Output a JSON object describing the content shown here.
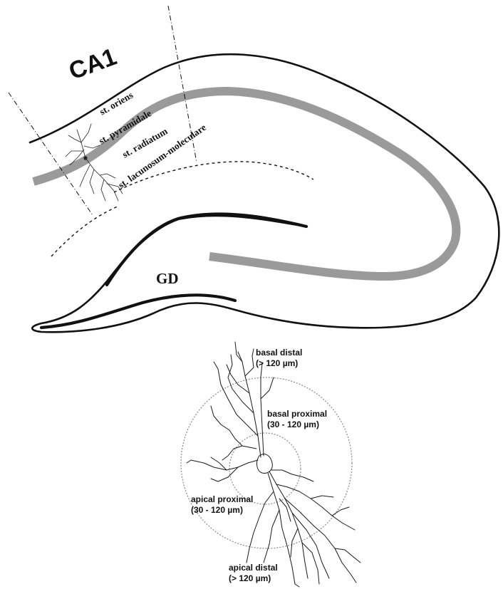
{
  "hippocampus": {
    "region_label": "CA1",
    "layers": {
      "oriens": "st. oriens",
      "pyramidale": "st. pyramidale",
      "radiatum": "st. radiatum",
      "lacunosum": "st. lacunosum-moleculare"
    },
    "dentate_label": "GD"
  },
  "neuron_zones": {
    "basal_distal": {
      "name": "basal distal",
      "range": "(> 120 µm)"
    },
    "basal_proximal": {
      "name": "basal proximal",
      "range": "(30 - 120 µm)"
    },
    "apical_proximal": {
      "name": "apical proximal",
      "range": "(30 - 120 µm)"
    },
    "apical_distal": {
      "name": "apical distal",
      "range": "(> 120 µm)"
    }
  },
  "colors": {
    "outline": "#111111",
    "pyramidal_band": "#9a9a9a",
    "zone_circles": "#8a8a8a"
  }
}
